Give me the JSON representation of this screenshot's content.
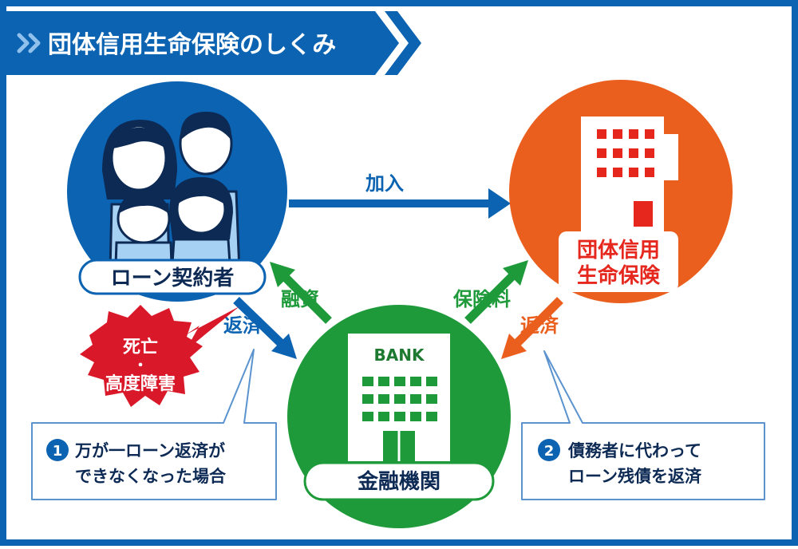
{
  "title": "団体信用生命保険のしくみ",
  "colors": {
    "frame": "#0b63b2",
    "borrower_circle": "#0b63b2",
    "bank_circle": "#1e9a3a",
    "insurance_circle": "#ea5e1e",
    "incident_burst": "#d9192a",
    "callout_border": "#5b93cf",
    "arrow_blue": "#0b63b2",
    "arrow_green": "#1e9a3a",
    "arrow_orange": "#ea5e1e"
  },
  "nodes": {
    "borrower": "ローン契約者",
    "insurance_line1": "団体信用",
    "insurance_line2": "生命保険",
    "bank_name": "金融機関",
    "bank_sign": "BANK"
  },
  "arrows": {
    "join": "加入",
    "loan": "融資",
    "premium": "保険料",
    "repay_to_bank": "返済",
    "insurer_repay": "返済"
  },
  "incident": {
    "line1": "死亡",
    "line2": "・",
    "line3": "高度障害"
  },
  "callouts": {
    "step1": {
      "num": "1",
      "line1": "万が一ローン返済が",
      "line2": "できなくなった場合"
    },
    "step2": {
      "num": "2",
      "line1": "債務者に代わって",
      "line2": "ローン残債を返済"
    }
  },
  "icons": [
    "family-icon",
    "building-icon",
    "bank-building-icon"
  ]
}
